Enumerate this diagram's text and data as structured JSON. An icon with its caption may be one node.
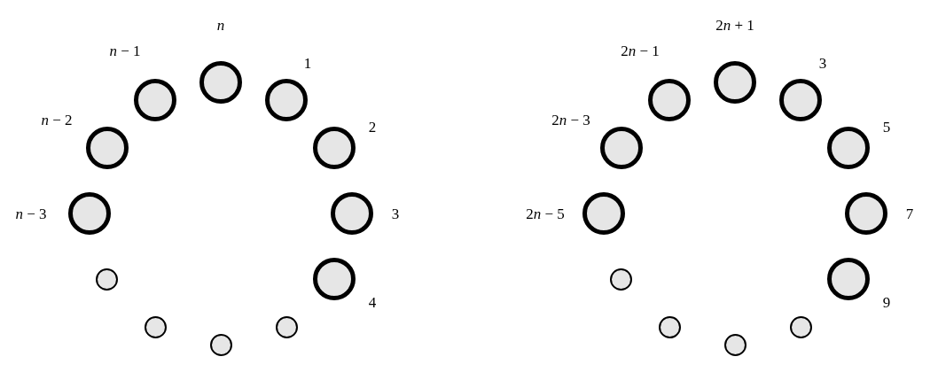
{
  "diagram": {
    "nodes": [
      {
        "text": [],
        "shape": "circle",
        "beside": [
          "n"
        ]
      },
      {
        "text": [],
        "shape": "circle",
        "beside": [
          "1"
        ]
      },
      {
        "text": [],
        "shape": "circle",
        "beside": [
          "2"
        ]
      },
      {
        "text": [],
        "shape": "circle",
        "beside": [
          "3"
        ]
      },
      {
        "text": [],
        "shape": "circle",
        "beside": [
          "4"
        ]
      },
      {
        "text": [],
        "shape": "circle"
      },
      {
        "text": [],
        "shape": "circle"
      },
      {
        "text": [],
        "shape": "circle"
      },
      {
        "text": [],
        "shape": "circle"
      },
      {
        "text": [],
        "shape": "circle",
        "beside": [
          "n − 3"
        ]
      },
      {
        "text": [],
        "shape": "circle",
        "beside": [
          "n − 2"
        ]
      },
      {
        "text": [],
        "shape": "circle",
        "beside": [
          "n − 1"
        ]
      },
      {
        "text": [],
        "shape": "circle",
        "beside": [
          "2n + 1"
        ]
      },
      {
        "text": [],
        "shape": "circle",
        "beside": [
          "3"
        ]
      },
      {
        "text": [],
        "shape": "circle",
        "beside": [
          "5"
        ]
      },
      {
        "text": [],
        "shape": "circle",
        "beside": [
          "7"
        ]
      },
      {
        "text": [],
        "shape": "circle",
        "beside": [
          "9"
        ]
      },
      {
        "text": [],
        "shape": "circle"
      },
      {
        "text": [],
        "shape": "circle"
      },
      {
        "text": [],
        "shape": "circle"
      },
      {
        "text": [],
        "shape": "circle"
      },
      {
        "text": [],
        "shape": "circle",
        "beside": [
          "2n − 5"
        ]
      },
      {
        "text": [],
        "shape": "circle",
        "beside": [
          "2n − 3"
        ]
      },
      {
        "text": [],
        "shape": "circle",
        "beside": [
          "2n − 1"
        ]
      }
    ]
  }
}
